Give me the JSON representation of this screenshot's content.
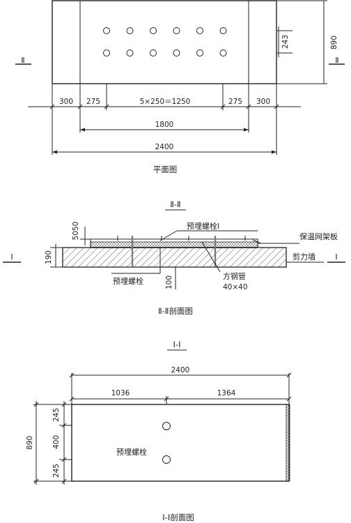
{
  "plan": {
    "caption": "平面图",
    "section_mark_left": "Ⅱ",
    "section_mark_right": "Ⅱ",
    "dims_top_row": [
      "300",
      "275",
      "5×250＝1250",
      "275",
      "300"
    ],
    "dim_middle": "1800",
    "dim_total": "2400",
    "dim_right_inner": "243",
    "dim_right_outer": "890",
    "hole_rows": 2,
    "hole_cols": 6
  },
  "section2": {
    "title": "Ⅱ-Ⅱ",
    "caption": "Ⅱ-Ⅱ剖面图",
    "dim_left_small": "5050",
    "dim_left": "190",
    "dim_bottom": "100",
    "label_bolt_1": "预埋螺栓Ⅰ",
    "label_panel": "保温网架板",
    "label_wall": "剪力墙",
    "label_bolt": "预埋螺栓",
    "label_tube": "方钢管",
    "label_tube_size": "40×40",
    "section_mark_left": "Ⅰ",
    "section_mark_right": "Ⅰ"
  },
  "section1": {
    "title": "Ⅰ-Ⅰ",
    "caption": "Ⅰ-Ⅰ剖面图",
    "dim_total": "2400",
    "dim_left": "1036",
    "dim_right": "1364",
    "dim_side_total": "890",
    "dim_side_top": "245",
    "dim_side_mid": "400",
    "dim_side_bottom": "245",
    "label_bolt": "预埋螺栓"
  }
}
